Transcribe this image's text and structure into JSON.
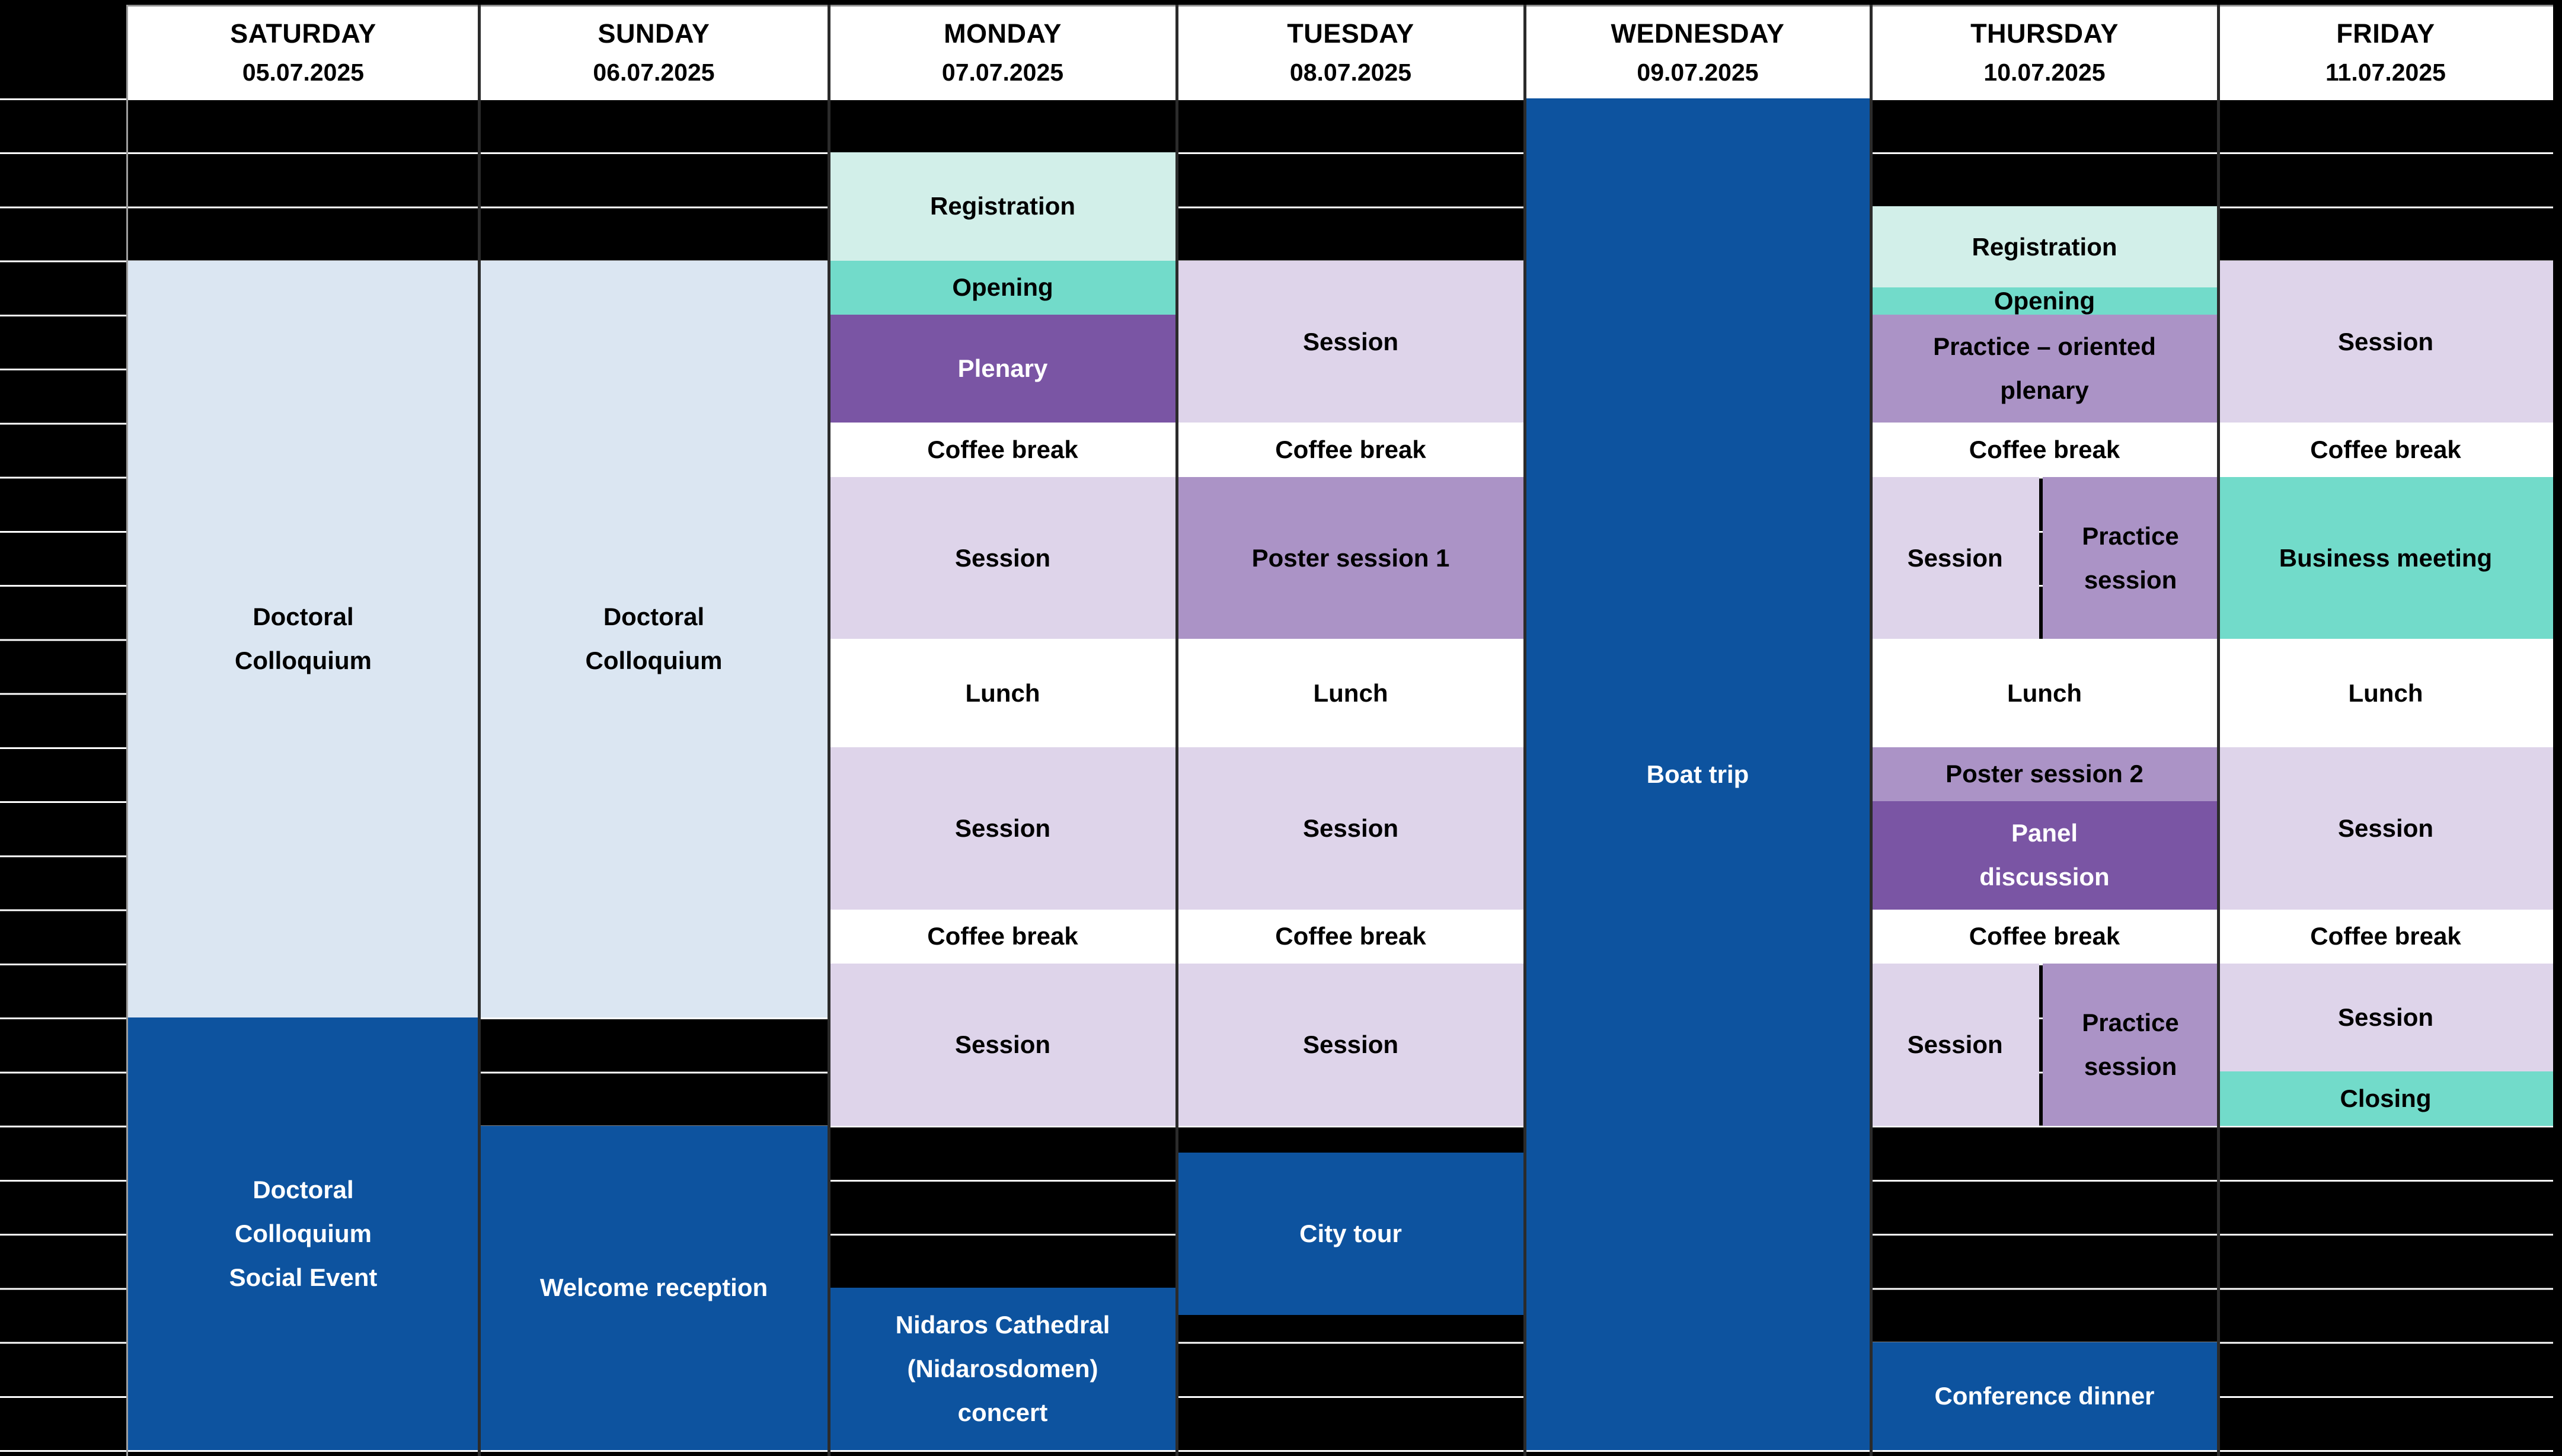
{
  "palette": {
    "background": "#000000",
    "header_bg": "#ffffff",
    "header_text": "#000000",
    "grid_line": "#ffffff",
    "light_blue": "#dbe6f2",
    "dark_blue": "#0d539f",
    "mint": "#d2efe9",
    "teal": "#72dbca",
    "lavender": "#ded4ea",
    "medium_purple": "#ab93c6",
    "dark_purple": "#7a55a4",
    "white_cell": "#ffffff"
  },
  "days": [
    {
      "id": "saturday",
      "name": "SATURDAY",
      "date": "05.07.2025",
      "events": [
        {
          "name": "doctoral-colloquium",
          "lines": [
            "Doctoral",
            "Colloquium"
          ],
          "color": "light_blue",
          "text": "dark",
          "start": 4,
          "end": 18,
          "grid": true
        },
        {
          "name": "doctoral-colloquium-social-event",
          "lines": [
            "Doctoral",
            "Colloquium",
            "Social Event"
          ],
          "color": "dark_blue",
          "text": "light",
          "start": 18,
          "end": 26
        }
      ]
    },
    {
      "id": "sunday",
      "name": "SUNDAY",
      "date": "06.07.2025",
      "events": [
        {
          "name": "doctoral-colloquium",
          "lines": [
            "Doctoral",
            "Colloquium"
          ],
          "color": "light_blue",
          "text": "dark",
          "start": 4,
          "end": 18,
          "grid": true
        },
        {
          "name": "welcome-reception",
          "lines": [
            "Welcome reception"
          ],
          "color": "dark_blue",
          "text": "light",
          "start": 20,
          "end": 26
        }
      ]
    },
    {
      "id": "monday",
      "name": "MONDAY",
      "date": "07.07.2025",
      "events": [
        {
          "name": "registration",
          "lines": [
            "Registration"
          ],
          "color": "mint",
          "text": "dark",
          "start": 2,
          "end": 4
        },
        {
          "name": "opening",
          "lines": [
            "Opening"
          ],
          "color": "teal",
          "text": "dark",
          "start": 4,
          "end": 5
        },
        {
          "name": "plenary",
          "lines": [
            "Plenary"
          ],
          "color": "dark_purple",
          "text": "light",
          "start": 5,
          "end": 7
        },
        {
          "name": "coffee-break",
          "lines": [
            "Coffee break"
          ],
          "color": "white_cell",
          "text": "dark",
          "start": 7,
          "end": 8
        },
        {
          "name": "session",
          "lines": [
            "Session"
          ],
          "color": "lavender",
          "text": "dark",
          "start": 8,
          "end": 11
        },
        {
          "name": "lunch",
          "lines": [
            "Lunch"
          ],
          "color": "white_cell",
          "text": "dark",
          "start": 11,
          "end": 13
        },
        {
          "name": "session",
          "lines": [
            "Session"
          ],
          "color": "lavender",
          "text": "dark",
          "start": 13,
          "end": 16
        },
        {
          "name": "coffee-break",
          "lines": [
            "Coffee break"
          ],
          "color": "white_cell",
          "text": "dark",
          "start": 16,
          "end": 17
        },
        {
          "name": "session",
          "lines": [
            "Session"
          ],
          "color": "lavender",
          "text": "dark",
          "start": 17,
          "end": 20
        },
        {
          "name": "nidaros-cathedral-concert",
          "lines": [
            "Nidaros Cathedral",
            "(Nidarosdomen)",
            "concert"
          ],
          "color": "dark_blue",
          "text": "light",
          "start": 23,
          "end": 26
        }
      ]
    },
    {
      "id": "tuesday",
      "name": "TUESDAY",
      "date": "08.07.2025",
      "events": [
        {
          "name": "session",
          "lines": [
            "Session"
          ],
          "color": "lavender",
          "text": "dark",
          "start": 4,
          "end": 7
        },
        {
          "name": "coffee-break",
          "lines": [
            "Coffee break"
          ],
          "color": "white_cell",
          "text": "dark",
          "start": 7,
          "end": 8
        },
        {
          "name": "poster-session-1",
          "lines": [
            "Poster session 1"
          ],
          "color": "medium_purple",
          "text": "dark",
          "start": 8,
          "end": 11
        },
        {
          "name": "lunch",
          "lines": [
            "Lunch"
          ],
          "color": "white_cell",
          "text": "dark",
          "start": 11,
          "end": 13
        },
        {
          "name": "session",
          "lines": [
            "Session"
          ],
          "color": "lavender",
          "text": "dark",
          "start": 13,
          "end": 16
        },
        {
          "name": "coffee-break",
          "lines": [
            "Coffee break"
          ],
          "color": "white_cell",
          "text": "dark",
          "start": 16,
          "end": 17
        },
        {
          "name": "session",
          "lines": [
            "Session"
          ],
          "color": "lavender",
          "text": "dark",
          "start": 17,
          "end": 20
        },
        {
          "name": "city-tour",
          "lines": [
            "City tour"
          ],
          "color": "dark_blue",
          "text": "light",
          "start": 20.5,
          "end": 23.5
        }
      ]
    },
    {
      "id": "wednesday",
      "name": "WEDNESDAY",
      "date": "09.07.2025",
      "events": [
        {
          "name": "boat-trip",
          "lines": [
            "Boat trip"
          ],
          "color": "dark_blue",
          "text": "light",
          "start": 1,
          "end": 26
        }
      ]
    },
    {
      "id": "thursday",
      "name": "THURSDAY",
      "date": "10.07.2025",
      "events": [
        {
          "name": "registration",
          "lines": [
            "Registration"
          ],
          "color": "mint",
          "text": "dark",
          "start": 3,
          "end": 4.5
        },
        {
          "name": "opening",
          "lines": [
            "Opening"
          ],
          "color": "teal",
          "text": "dark",
          "start": 4.5,
          "end": 5
        },
        {
          "name": "practice-oriented-plenary",
          "lines": [
            "Practice – oriented",
            "plenary"
          ],
          "color": "medium_purple",
          "text": "dark",
          "start": 5,
          "end": 7
        },
        {
          "name": "coffee-break",
          "lines": [
            "Coffee break"
          ],
          "color": "white_cell",
          "text": "dark",
          "start": 7,
          "end": 8
        },
        {
          "name": "session",
          "lines": [
            "Session"
          ],
          "color": "lavender",
          "text": "dark",
          "start": 8,
          "end": 11,
          "side": "left"
        },
        {
          "name": "practice-session",
          "lines": [
            "Practice",
            "session"
          ],
          "color": "medium_purple",
          "text": "dark",
          "start": 8,
          "end": 11,
          "side": "right"
        },
        {
          "name": "lunch",
          "lines": [
            "Lunch"
          ],
          "color": "white_cell",
          "text": "dark",
          "start": 11,
          "end": 13
        },
        {
          "name": "poster-session-2",
          "lines": [
            "Poster session 2"
          ],
          "color": "medium_purple",
          "text": "dark",
          "start": 13,
          "end": 14
        },
        {
          "name": "panel-discussion",
          "lines": [
            "Panel",
            "discussion"
          ],
          "color": "dark_purple",
          "text": "light",
          "start": 14,
          "end": 16
        },
        {
          "name": "coffee-break",
          "lines": [
            "Coffee break"
          ],
          "color": "white_cell",
          "text": "dark",
          "start": 16,
          "end": 17
        },
        {
          "name": "session",
          "lines": [
            "Session"
          ],
          "color": "lavender",
          "text": "dark",
          "start": 17,
          "end": 20,
          "side": "left"
        },
        {
          "name": "practice-session",
          "lines": [
            "Practice",
            "session"
          ],
          "color": "medium_purple",
          "text": "dark",
          "start": 17,
          "end": 20,
          "side": "right"
        },
        {
          "name": "conference-dinner",
          "lines": [
            "Conference dinner"
          ],
          "color": "dark_blue",
          "text": "light",
          "start": 24,
          "end": 26
        }
      ]
    },
    {
      "id": "friday",
      "name": "FRIDAY",
      "date": "11.07.2025",
      "events": [
        {
          "name": "session",
          "lines": [
            "Session"
          ],
          "color": "lavender",
          "text": "dark",
          "start": 4,
          "end": 7
        },
        {
          "name": "coffee-break",
          "lines": [
            "Coffee break"
          ],
          "color": "white_cell",
          "text": "dark",
          "start": 7,
          "end": 8
        },
        {
          "name": "business-meeting",
          "lines": [
            "Business meeting"
          ],
          "color": "teal",
          "text": "dark",
          "start": 8,
          "end": 11
        },
        {
          "name": "lunch",
          "lines": [
            "Lunch"
          ],
          "color": "white_cell",
          "text": "dark",
          "start": 11,
          "end": 13
        },
        {
          "name": "session",
          "lines": [
            "Session"
          ],
          "color": "lavender",
          "text": "dark",
          "start": 13,
          "end": 16
        },
        {
          "name": "coffee-break",
          "lines": [
            "Coffee break"
          ],
          "color": "white_cell",
          "text": "dark",
          "start": 16,
          "end": 17
        },
        {
          "name": "session",
          "lines": [
            "Session"
          ],
          "color": "lavender",
          "text": "dark",
          "start": 17,
          "end": 19
        },
        {
          "name": "closing",
          "lines": [
            "Closing"
          ],
          "color": "teal",
          "text": "dark",
          "start": 19,
          "end": 20
        }
      ]
    }
  ]
}
